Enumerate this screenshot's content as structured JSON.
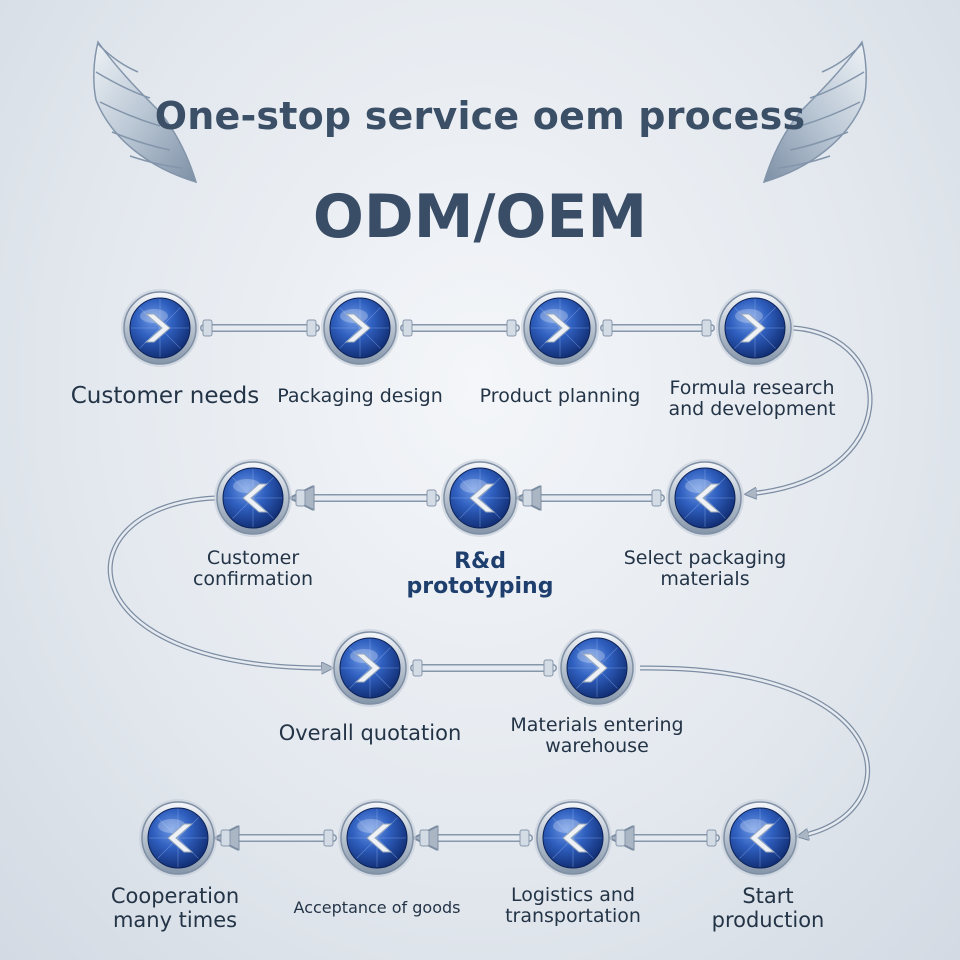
{
  "header": {
    "title": "One-stop service oem process",
    "subtitle": "ODM/OEM"
  },
  "colors": {
    "node_dark": "#14307a",
    "node_light": "#4d7fd6",
    "rim": "#c9d2dc",
    "connector": "#b8c3cf",
    "text": "#243447",
    "highlight_text": "#1e3f6e"
  },
  "icons": {
    "wing_left": "wing-icon",
    "wing_right": "wing-icon",
    "node_forward": "chevron-right-icon",
    "node_back": "chevron-left-icon"
  },
  "steps": [
    {
      "label": "Customer needs",
      "direction": "right"
    },
    {
      "label": "Packaging design",
      "direction": "right"
    },
    {
      "label": "Product planning",
      "direction": "right"
    },
    {
      "label": "Formula research\nand development",
      "direction": "right"
    },
    {
      "label": "Select packaging\nmaterials",
      "direction": "left"
    },
    {
      "label": "R&d prototyping",
      "direction": "left",
      "highlight": true
    },
    {
      "label": "Customer\nconfirmation",
      "direction": "left"
    },
    {
      "label": "Overall quotation",
      "direction": "right"
    },
    {
      "label": "Materials entering\nwarehouse",
      "direction": "right"
    },
    {
      "label": "Start\nproduction",
      "direction": "left"
    },
    {
      "label": "Logistics and\ntransportation",
      "direction": "left"
    },
    {
      "label": "Acceptance of goods",
      "direction": "left"
    },
    {
      "label": "Cooperation\nmany times",
      "direction": "left"
    }
  ]
}
